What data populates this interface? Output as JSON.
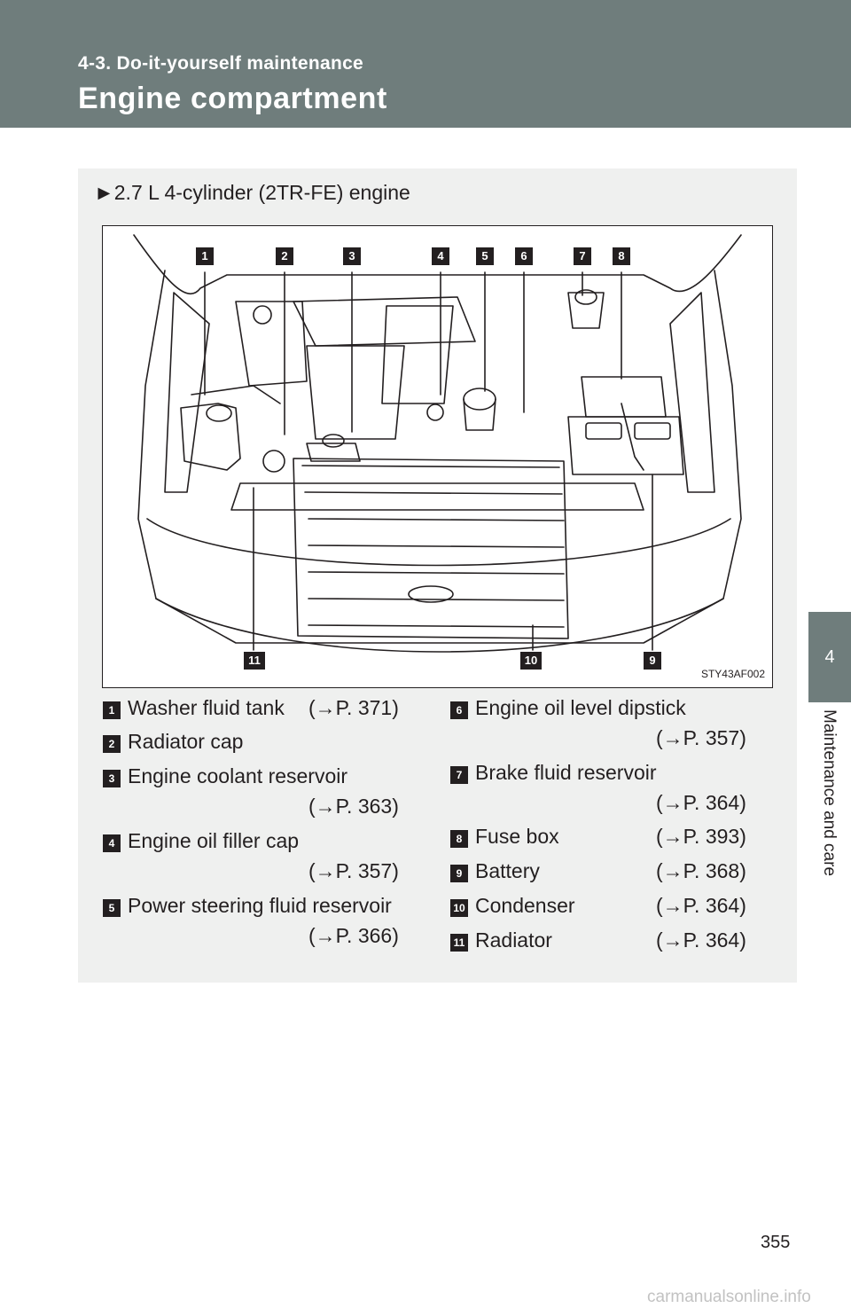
{
  "header": {
    "section": "4-3. Do-it-yourself maintenance",
    "title": "Engine compartment"
  },
  "tab": {
    "number": "4",
    "label": "Maintenance and care"
  },
  "engine_title": "►2.7 L 4-cylinder (2TR-FE) engine",
  "figure": {
    "code": "STY43AF002",
    "markers": [
      "1",
      "2",
      "3",
      "4",
      "5",
      "6",
      "7",
      "8",
      "9",
      "10",
      "11"
    ]
  },
  "legend": {
    "items": [
      {
        "num": "1",
        "label": "Washer fluid tank",
        "ref": "(→P. 371)"
      },
      {
        "num": "2",
        "label": "Radiator cap",
        "ref": ""
      },
      {
        "num": "3",
        "label": "Engine coolant reservoir",
        "ref": "(→P. 363)"
      },
      {
        "num": "4",
        "label": "Engine oil filler cap",
        "ref": "(→P. 357)"
      },
      {
        "num": "5",
        "label": "Power steering fluid reservoir",
        "ref": "(→P. 366)"
      },
      {
        "num": "6",
        "label": "Engine oil level dipstick",
        "ref": "(→P. 357)"
      },
      {
        "num": "7",
        "label": "Brake fluid reservoir",
        "ref": "(→P. 364)"
      },
      {
        "num": "8",
        "label": "Fuse box",
        "ref": "(→P. 393)"
      },
      {
        "num": "9",
        "label": "Battery",
        "ref": "(→P. 368)"
      },
      {
        "num": "10",
        "label": "Condenser",
        "ref": "(→P. 364)"
      },
      {
        "num": "11",
        "label": "Radiator",
        "ref": "(→P. 364)"
      }
    ]
  },
  "page_number": "355",
  "watermark": "carmanualsonline.info"
}
